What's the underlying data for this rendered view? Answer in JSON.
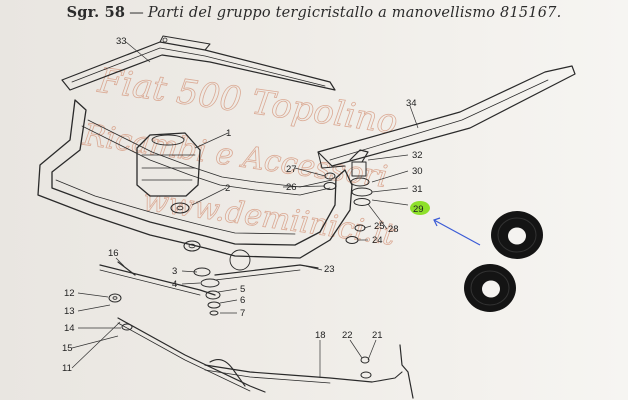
{
  "caption": {
    "prefix": "Sgr. 58",
    "dash": "—",
    "title": "Parti del gruppo tergicristallo a manovellismo 815167."
  },
  "watermark": {
    "line1": "Fiat 500 Topolino",
    "line2": "Ricambi e Accessori",
    "line3": "www.demiinici.it",
    "color": "#d9a38c"
  },
  "callouts": {
    "c1": "1",
    "c2": "2",
    "c3": "3",
    "c4": "4",
    "c5": "5",
    "c6": "6",
    "c7": "7",
    "c11": "11",
    "c12": "12",
    "c13": "13",
    "c14": "14",
    "c15": "15",
    "c16": "16",
    "c18": "18",
    "c21": "21",
    "c22": "22",
    "c23": "23",
    "c24": "24",
    "c25": "25",
    "c26": "26",
    "c27": "27",
    "c28": "28",
    "c29": "29",
    "c30": "30",
    "c31": "31",
    "c32": "32",
    "c33": "33",
    "c34": "34"
  },
  "highlight": {
    "part": "29",
    "color": "#8ee02a",
    "arrow_color": "#3b5bd6"
  },
  "photo": {
    "grommet_color": "#141414"
  }
}
